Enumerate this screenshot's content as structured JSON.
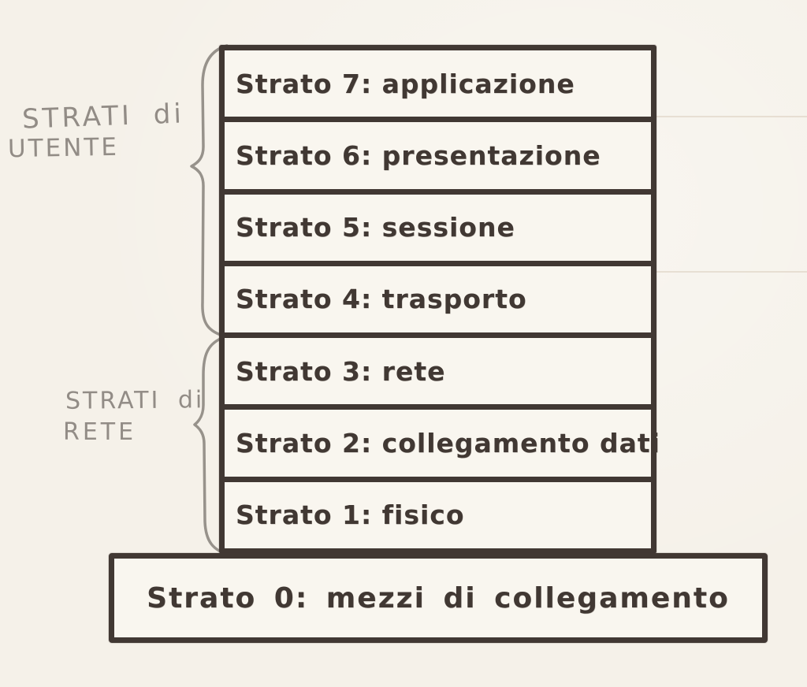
{
  "colors": {
    "paper": "#f5f1e9",
    "box_fill": "#f9f6ef",
    "ink": "#413833",
    "pencil": "#8d8781"
  },
  "stack": {
    "layers": [
      {
        "label": "Strato 7: applicazione"
      },
      {
        "label": "Strato 6: presentazione"
      },
      {
        "label": "Strato 5: sessione"
      },
      {
        "label": "Strato 4: trasporto"
      },
      {
        "label": "Strato 3: rete"
      },
      {
        "label": "Strato 2: collegamento dati"
      },
      {
        "label": "Strato 1: fisico"
      }
    ]
  },
  "base": {
    "label": "Strato 0: mezzi di collegamento"
  },
  "annotations": {
    "user": {
      "line1": "STRATI di",
      "line2": "UTENTE"
    },
    "network": {
      "line1": "STRATI di",
      "line2": "RETE"
    }
  }
}
